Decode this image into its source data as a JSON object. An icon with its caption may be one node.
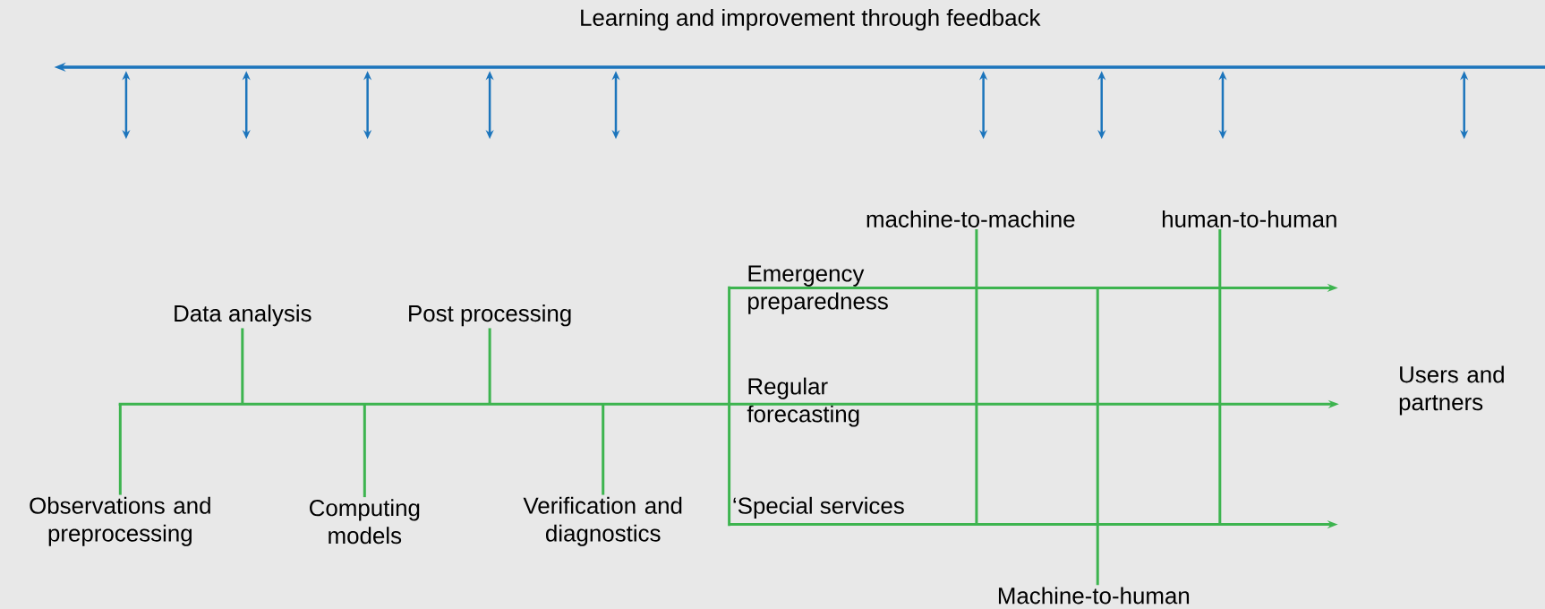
{
  "diagram": {
    "title": "Learning and improvement through feedback",
    "nodes": [
      {
        "text": [
          "Observations and preprocessing"
        ]
      },
      {
        "text": [
          "Data analysis"
        ]
      },
      {
        "text": [
          "Computing models"
        ]
      },
      {
        "text": [
          "Post processing"
        ]
      },
      {
        "text": [
          "Verification and diagnostics"
        ]
      },
      {
        "text": [
          "Emergency preparedness"
        ]
      },
      {
        "text": [
          "Regular forecasting"
        ]
      },
      {
        "text": [
          "‘Special services"
        ]
      },
      {
        "text": [
          "machine-to-machine"
        ]
      },
      {
        "text": [
          "human-to-human"
        ]
      },
      {
        "text": [
          "Machine-to-human"
        ]
      },
      {
        "text": [
          "Users and partners"
        ]
      },
      {
        "text": [],
        "shape": "bar"
      },
      {
        "text": [],
        "shape": "bar"
      }
    ],
    "edges": [
      {
        "from": 0,
        "to": 13,
        "arrow": "none"
      },
      {
        "from": 1,
        "to": 13,
        "arrow": "none"
      },
      {
        "from": 2,
        "to": 13,
        "arrow": "none"
      },
      {
        "from": 3,
        "to": 13,
        "arrow": "none"
      },
      {
        "from": 4,
        "to": 13,
        "arrow": "none"
      },
      {
        "from": 8,
        "to": null,
        "arrow": "none"
      },
      {
        "from": 9,
        "to": null,
        "arrow": "none"
      },
      {
        "from": 10,
        "to": null,
        "arrow": "none"
      },
      {
        "from": 12,
        "to": null,
        "arrow": "to"
      },
      {
        "from": 12,
        "to": 11,
        "arrow": "to"
      },
      {
        "from": 12,
        "to": null,
        "arrow": "to"
      }
    ]
  }
}
